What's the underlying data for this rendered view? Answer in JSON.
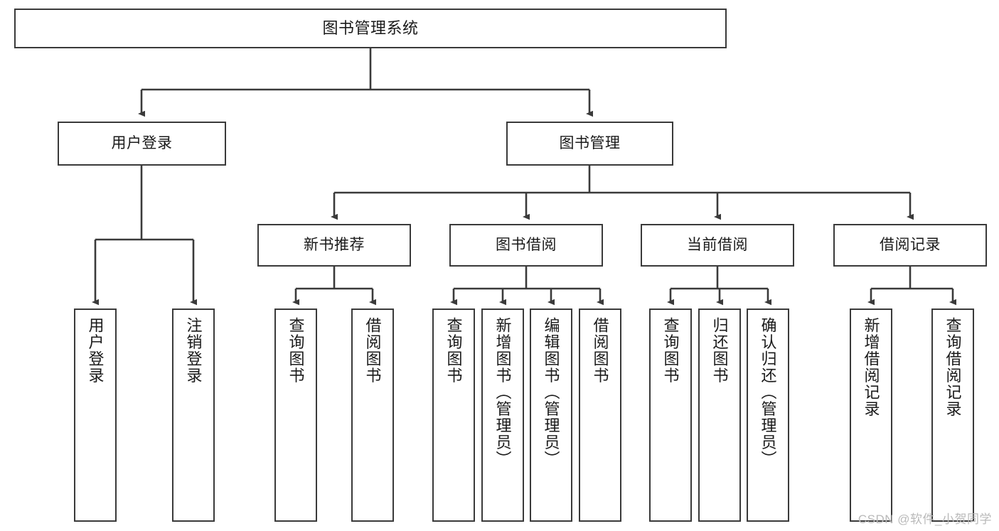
{
  "diagram": {
    "title": "图书管理系统",
    "watermark": "CSDN @软件_小贺同学",
    "colors": {
      "stroke": "#3a3a3a",
      "fill": "#ffffff",
      "text": "#1a1a1a",
      "watermark": "#b9b9b9"
    },
    "nodes": {
      "root": {
        "label": "图书管理系统"
      },
      "level2": [
        {
          "label": "用户登录"
        },
        {
          "label": "图书管理"
        }
      ],
      "level3": [
        {
          "label": "新书推荐"
        },
        {
          "label": "图书借阅"
        },
        {
          "label": "当前借阅"
        },
        {
          "label": "借阅记录"
        }
      ],
      "leaves": {
        "user_login": [
          {
            "label": "用户登录"
          },
          {
            "label": "注销登录"
          }
        ],
        "new_book": [
          {
            "label": "查询图书"
          },
          {
            "label": "借阅图书"
          }
        ],
        "book_borrow": [
          {
            "label": "查询图书"
          },
          {
            "label": "新增图书（管理员）"
          },
          {
            "label": "编辑图书（管理员）"
          },
          {
            "label": "借阅图书"
          }
        ],
        "current_borrow": [
          {
            "label": "查询图书"
          },
          {
            "label": "归还图书"
          },
          {
            "label": "确认归还（管理员）"
          }
        ],
        "borrow_record": [
          {
            "label": "新增借阅记录"
          },
          {
            "label": "查询借阅记录"
          }
        ]
      }
    }
  }
}
